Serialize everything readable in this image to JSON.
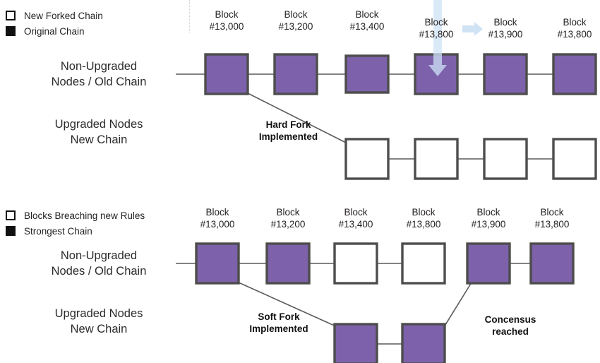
{
  "diagram": {
    "title": "Hard Fork and Soft Fork blockchain diagram",
    "colors": {
      "block_fill_original": "#7d62ab",
      "block_fill_new": "#ffffff",
      "block_border": "#4d4d4d",
      "connector": "#5a5a5a",
      "cursor_arrow": "#cfe3f5",
      "text": "#231f20"
    }
  },
  "hard_fork": {
    "legend": [
      {
        "swatch": "hollow",
        "label": "New Forked Chain"
      },
      {
        "swatch": "filled",
        "label": "Original Chain"
      }
    ],
    "row_labels": {
      "old_chain": "Non-Upgraded\nNodes / Old Chain",
      "new_chain": "Upgraded Nodes\nNew Chain"
    },
    "old_chain_label_line1": "Non-Upgraded",
    "old_chain_label_line2": "Nodes / Old Chain",
    "new_chain_label_line1": "Upgraded Nodes",
    "new_chain_label_line2": "New Chain",
    "annotation_line1": "Hard Fork",
    "annotation_line2": "Implemented",
    "block_labels": [
      {
        "line1": "Block",
        "line2": "#13,000"
      },
      {
        "line1": "Block",
        "line2": "#13,200"
      },
      {
        "line1": "Block",
        "line2": "#13,400"
      },
      {
        "line1": "Block",
        "line2": "#13,800"
      },
      {
        "line1": "Block",
        "line2": "#13,900"
      },
      {
        "line1": "Block",
        "line2": "#13,800"
      }
    ],
    "top_row_blocks": [
      {
        "index": 0,
        "fill": "original"
      },
      {
        "index": 1,
        "fill": "original"
      },
      {
        "index": 2,
        "fill": "original"
      },
      {
        "index": 3,
        "fill": "original"
      },
      {
        "index": 4,
        "fill": "original"
      },
      {
        "index": 5,
        "fill": "original"
      }
    ],
    "fork_row_blocks": [
      {
        "index": 0,
        "fill": "new"
      },
      {
        "index": 1,
        "fill": "new"
      },
      {
        "index": 2,
        "fill": "new"
      },
      {
        "index": 3,
        "fill": "new"
      }
    ],
    "fork_origin_block": 1,
    "cursor_arrows": [
      {
        "name": "right-arrow",
        "direction": "right"
      },
      {
        "name": "down-arrow",
        "direction": "down"
      }
    ]
  },
  "soft_fork": {
    "legend": [
      {
        "swatch": "hollow",
        "label": "Blocks Breaching new Rules"
      },
      {
        "swatch": "filled",
        "label": "Strongest Chain"
      }
    ],
    "old_chain_label_line1": "Non-Upgraded",
    "old_chain_label_line2": "Nodes / Old Chain",
    "new_chain_label_line1": "Upgraded Nodes",
    "new_chain_label_line2": "New Chain",
    "annotation_fork_line1": "Soft Fork",
    "annotation_fork_line2": "Implemented",
    "annotation_consensus_line1": "Concensus",
    "annotation_consensus_line2": "reached",
    "block_labels": [
      {
        "line1": "Block",
        "line2": "#13,000"
      },
      {
        "line1": "Block",
        "line2": "#13,200"
      },
      {
        "line1": "Block",
        "line2": "#13,400"
      },
      {
        "line1": "Block",
        "line2": "#13,800"
      },
      {
        "line1": "Block",
        "line2": "#13,900"
      },
      {
        "line1": "Block",
        "line2": "#13,800"
      }
    ],
    "top_row_blocks": [
      {
        "index": 0,
        "fill": "original"
      },
      {
        "index": 1,
        "fill": "original"
      },
      {
        "index": 2,
        "fill": "new"
      },
      {
        "index": 3,
        "fill": "new"
      },
      {
        "index": 4,
        "fill": "original"
      },
      {
        "index": 5,
        "fill": "original"
      }
    ],
    "fork_row_blocks": [
      {
        "index": 0,
        "fill": "original"
      },
      {
        "index": 1,
        "fill": "original"
      }
    ],
    "fork_origin_block": 1,
    "rejoin_block": 4
  }
}
